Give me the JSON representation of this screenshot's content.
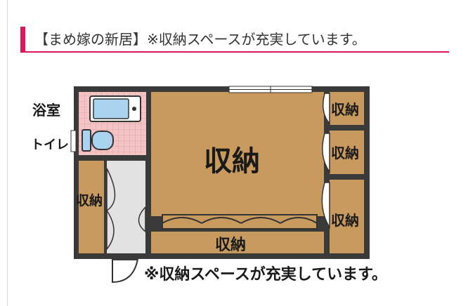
{
  "heading": {
    "text": "【まめ嫁の新居】※収納スペースが充実しています。",
    "accent_color": "#e0175a"
  },
  "floorplan": {
    "labels": {
      "bathroom": "浴室",
      "toilet": "トイレ",
      "main_storage": "収納",
      "right_storage_top": "収納",
      "right_storage_mid": "収納",
      "right_storage_bottom": "収納",
      "left_storage": "収納",
      "bottom_storage": "収納"
    },
    "caption": "※収納スペースが充実しています。",
    "colors": {
      "storage": "#c89a5e",
      "wall": "#3a3a3a",
      "corridor": "#e2e2e2",
      "bath_tile": "#f4c4c4",
      "fixture": "#a9d3ef"
    }
  }
}
